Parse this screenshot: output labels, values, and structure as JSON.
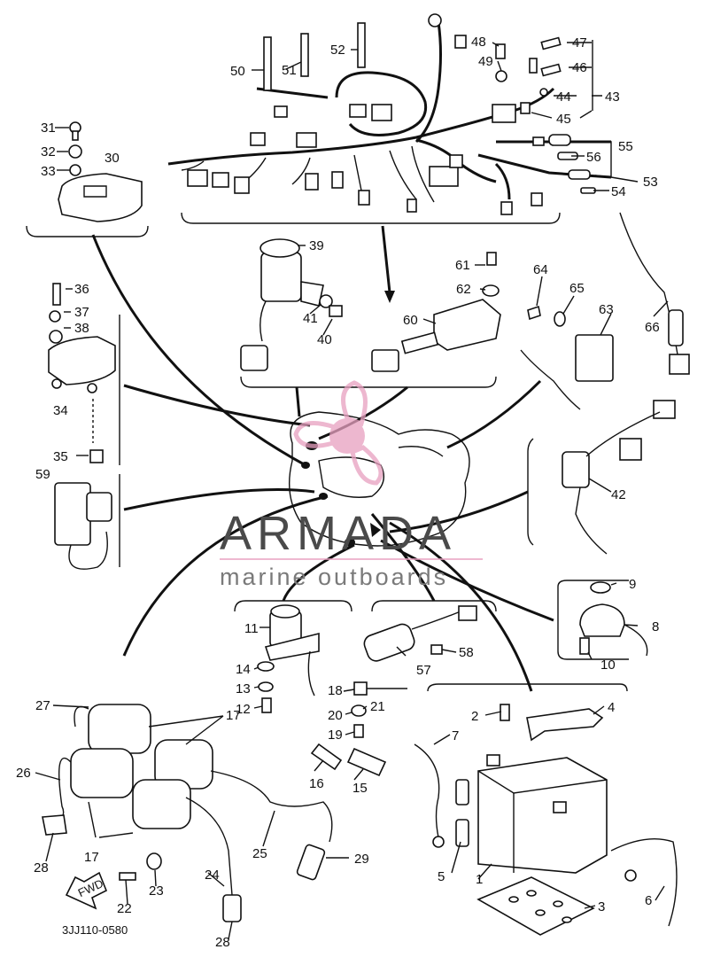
{
  "diagram_code": "3JJ110-0580",
  "watermark": {
    "brand": "ARMADA",
    "tagline": "marine outboards",
    "brand_color": "#4a4a4a",
    "logo_color": "#e8a0c0"
  },
  "fwd_arrow": "FWD",
  "callouts": [
    "1",
    "2",
    "3",
    "4",
    "5",
    "6",
    "7",
    "8",
    "9",
    "10",
    "11",
    "12",
    "13",
    "14",
    "15",
    "16",
    "17",
    "18",
    "19",
    "20",
    "21",
    "22",
    "23",
    "24",
    "25",
    "26",
    "27",
    "28",
    "29",
    "30",
    "31",
    "32",
    "33",
    "34",
    "35",
    "36",
    "37",
    "38",
    "39",
    "40",
    "41",
    "42",
    "43",
    "44",
    "45",
    "46",
    "47",
    "48",
    "49",
    "50",
    "51",
    "52",
    "53",
    "54",
    "55",
    "56",
    "57",
    "58",
    "59",
    "60",
    "61",
    "62",
    "63",
    "64",
    "65",
    "66"
  ]
}
